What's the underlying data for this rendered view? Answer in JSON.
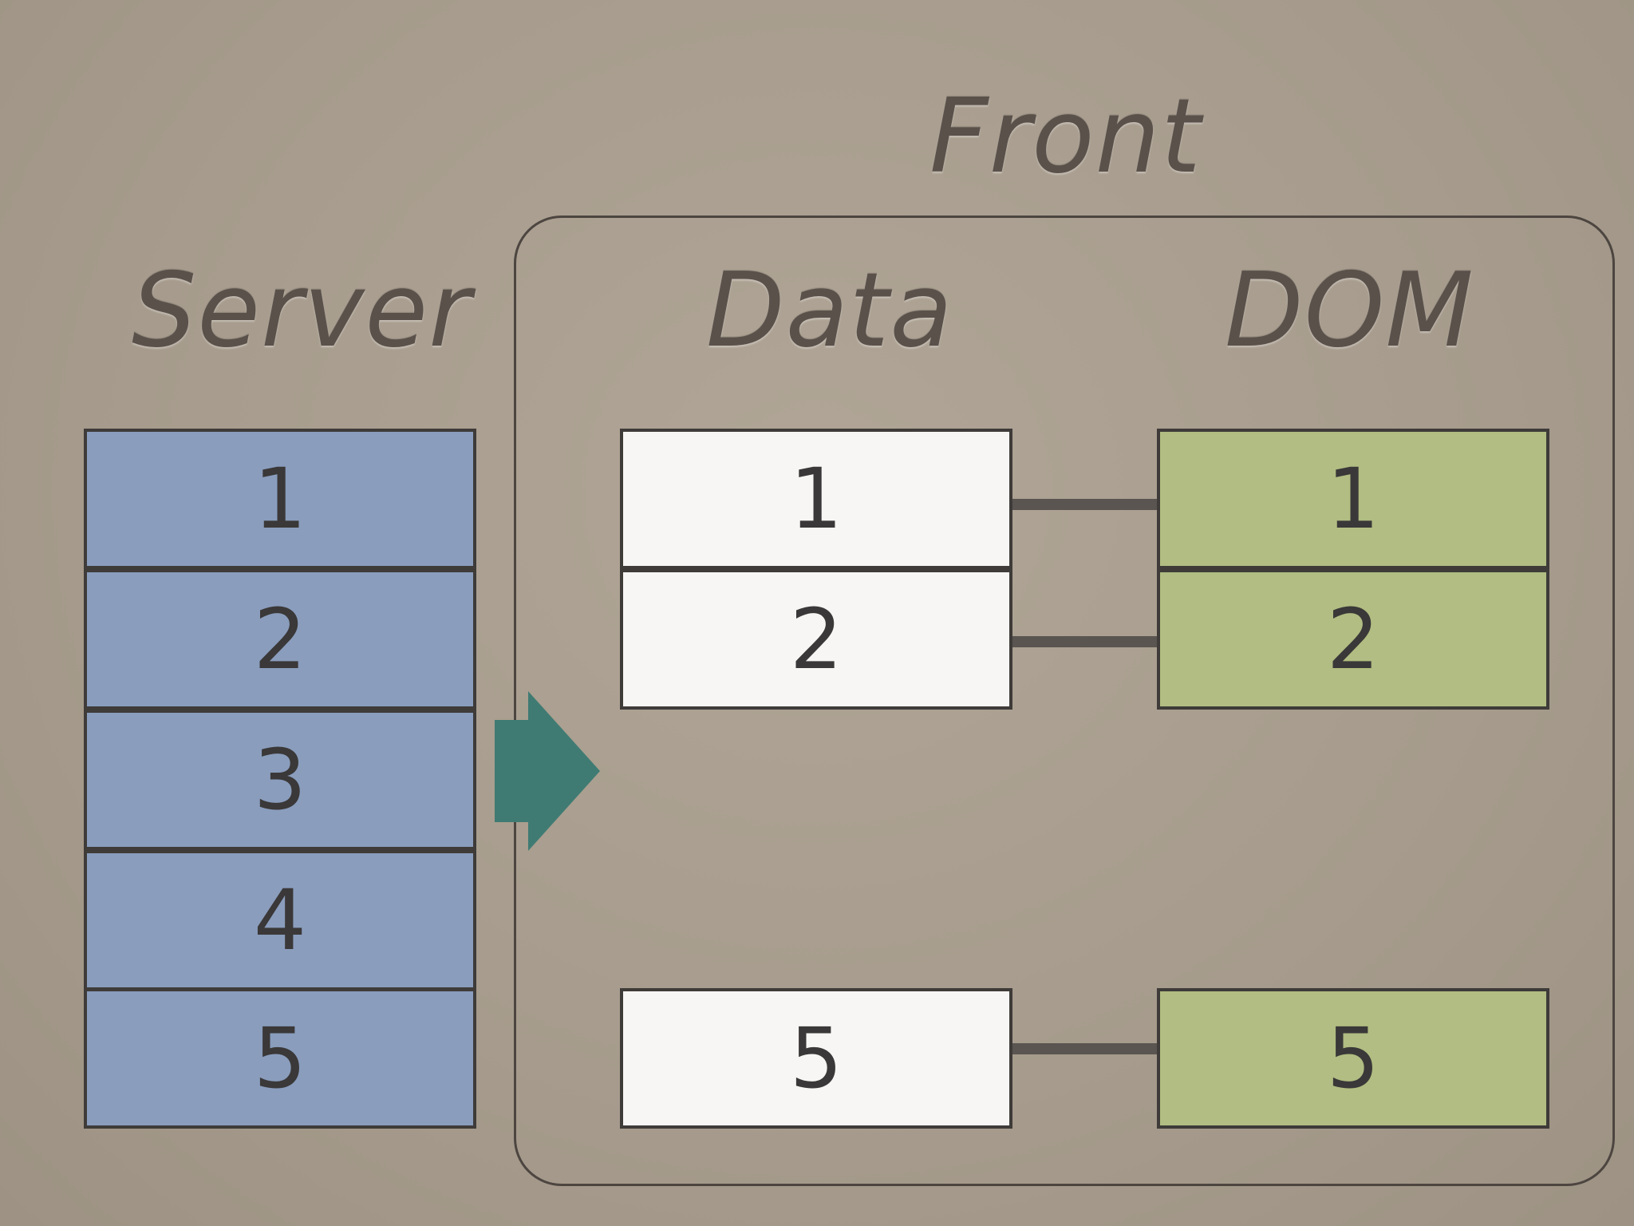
{
  "titles": {
    "front": "Front",
    "server": "Server",
    "data": "Data",
    "dom": "DOM"
  },
  "server_items": [
    "1",
    "2",
    "3",
    "4",
    "5"
  ],
  "data_items": [
    "1",
    "2",
    "5"
  ],
  "dom_items": [
    "1",
    "2",
    "5"
  ],
  "colors": {
    "background": "#a89d8e",
    "server_fill": "#8a9dbd",
    "data_fill": "#f8f6f4",
    "dom_fill": "#b1bd82",
    "arrow": "#3f7b73",
    "border": "#3e3b39"
  },
  "icons": {
    "arrow": "right-arrow-icon"
  }
}
